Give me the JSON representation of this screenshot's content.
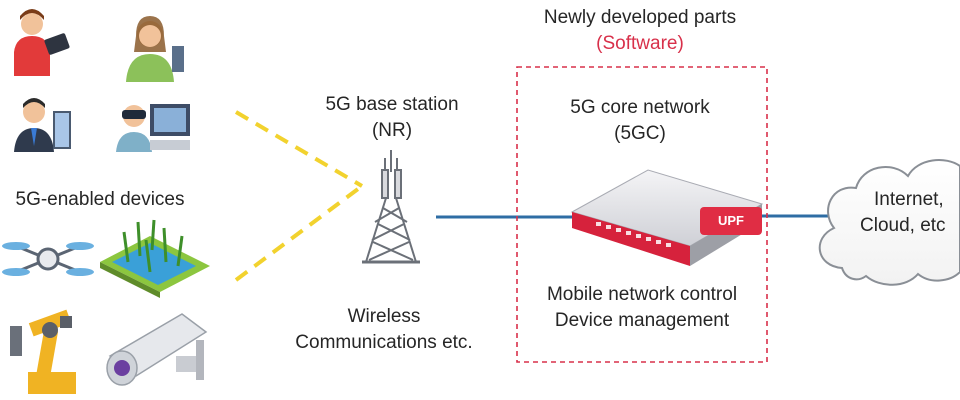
{
  "devices": {
    "label": "5G-enabled devices",
    "icons": [
      "person-tablet-icon",
      "woman-computer-icon",
      "businessman-computer-icon",
      "doctor-vr-icon",
      "drone-icon",
      "rice-field-icon",
      "robot-arm-icon",
      "security-camera-icon"
    ]
  },
  "base_station": {
    "title": "5G base station",
    "subtitle": "(NR)"
  },
  "wireless": {
    "line1": "Wireless",
    "line2": "Communications etc."
  },
  "new_parts": {
    "title": "Newly developed parts",
    "subtitle": "(Software)"
  },
  "core": {
    "title": "5G core network",
    "subtitle": "(5GC)",
    "upf_label": "UPF",
    "function1": "Mobile network control",
    "function2": "Device management"
  },
  "cloud": {
    "line1": "Internet,",
    "line2": "Cloud, etc"
  },
  "colors": {
    "accent_red": "#d8304a",
    "link_blue": "#2e6da4",
    "signal_yellow": "#f2d22e"
  }
}
